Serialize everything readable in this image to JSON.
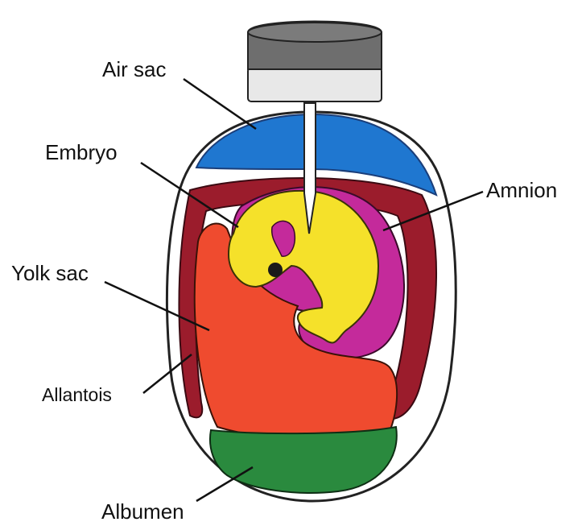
{
  "labels": {
    "air_sac": "Air sac",
    "embryo": "Embryo",
    "amnion": "Amnion",
    "yolk_sac": "Yolk sac",
    "allantois": "Allantois",
    "albumen": "Albumen"
  },
  "colors": {
    "air_sac": "#1f77d0",
    "allantois": "#9b1c2c",
    "amnion": "#c42a9b",
    "embryo": "#f5e12a",
    "yolk_sac": "#ef4b2f",
    "albumen": "#2a8a3e",
    "shell_outline": "#222222",
    "syringe_dark": "#6e6e6e",
    "syringe_light": "#e8e8e8"
  }
}
